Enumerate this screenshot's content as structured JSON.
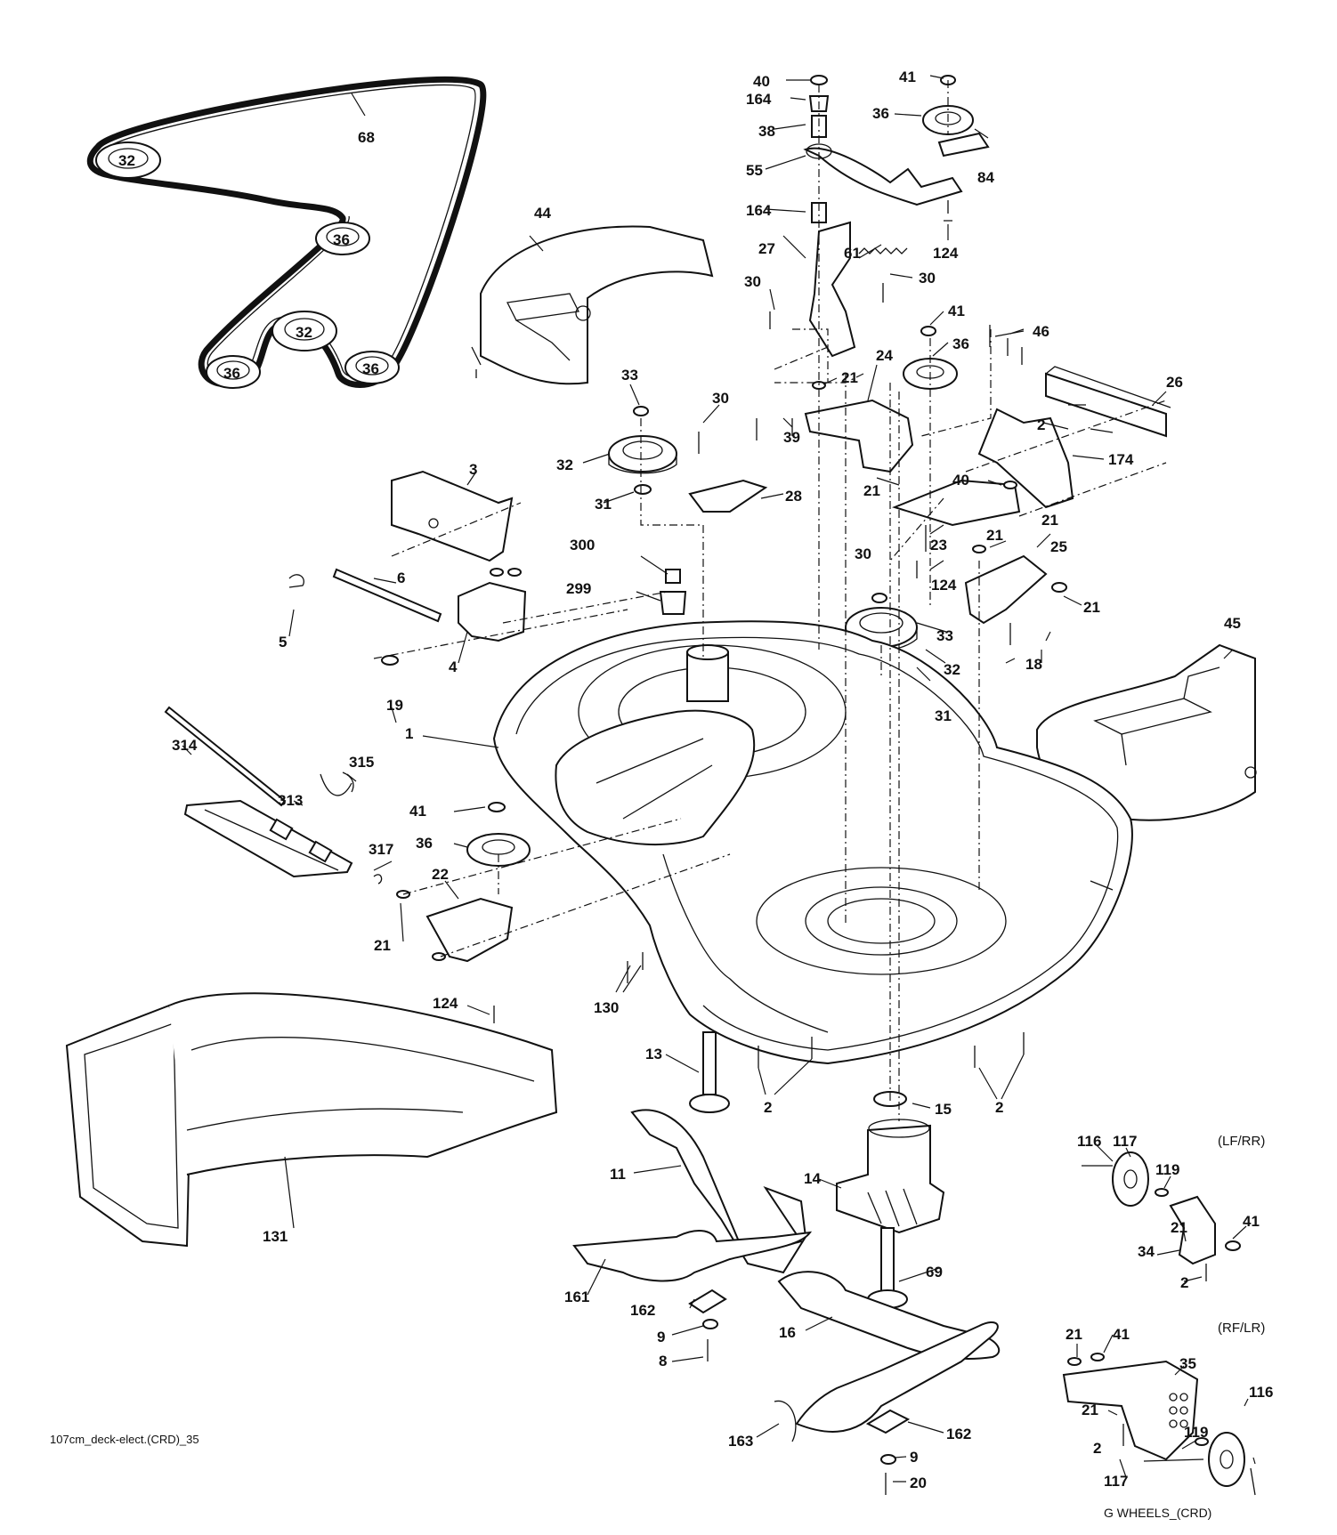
{
  "footer": {
    "drawing_id": "107cm_deck-elect.(CRD)_35",
    "wheels_id": "G WHEELS_(CRD)"
  },
  "wheel_variants": {
    "upper": "(LF/RR)",
    "lower": "(RF/LR)"
  },
  "callouts": [
    {
      "id": "c68",
      "text": "68"
    },
    {
      "id": "c32a",
      "text": "32"
    },
    {
      "id": "c36a",
      "text": "36"
    },
    {
      "id": "c32b",
      "text": "32"
    },
    {
      "id": "c36b",
      "text": "36"
    },
    {
      "id": "c36c",
      "text": "36"
    },
    {
      "id": "c44",
      "text": "44"
    },
    {
      "id": "c40a",
      "text": "40"
    },
    {
      "id": "c164a",
      "text": "164"
    },
    {
      "id": "c38",
      "text": "38"
    },
    {
      "id": "c55",
      "text": "55"
    },
    {
      "id": "c164b",
      "text": "164"
    },
    {
      "id": "c41a",
      "text": "41"
    },
    {
      "id": "c36d",
      "text": "36"
    },
    {
      "id": "c84",
      "text": "84"
    },
    {
      "id": "c124a",
      "text": "124"
    },
    {
      "id": "c27",
      "text": "27"
    },
    {
      "id": "c61",
      "text": "61"
    },
    {
      "id": "c30a",
      "text": "30"
    },
    {
      "id": "c30b",
      "text": "30"
    },
    {
      "id": "c41b",
      "text": "41"
    },
    {
      "id": "c36e",
      "text": "36"
    },
    {
      "id": "c46",
      "text": "46"
    },
    {
      "id": "c26",
      "text": "26"
    },
    {
      "id": "c24",
      "text": "24"
    },
    {
      "id": "c21a",
      "text": "21"
    },
    {
      "id": "c2a",
      "text": "2"
    },
    {
      "id": "c174",
      "text": "174"
    },
    {
      "id": "c33a",
      "text": "33"
    },
    {
      "id": "c30c",
      "text": "30"
    },
    {
      "id": "c39",
      "text": "39"
    },
    {
      "id": "c32c",
      "text": "32"
    },
    {
      "id": "c31a",
      "text": "31"
    },
    {
      "id": "c28",
      "text": "28"
    },
    {
      "id": "c21b",
      "text": "21"
    },
    {
      "id": "c40b",
      "text": "40"
    },
    {
      "id": "c3",
      "text": "3"
    },
    {
      "id": "c23",
      "text": "23"
    },
    {
      "id": "c21c",
      "text": "21"
    },
    {
      "id": "c25",
      "text": "25"
    },
    {
      "id": "c21d",
      "text": "21"
    },
    {
      "id": "c6",
      "text": "6"
    },
    {
      "id": "c300",
      "text": "300"
    },
    {
      "id": "c30d",
      "text": "30"
    },
    {
      "id": "c124b",
      "text": "124"
    },
    {
      "id": "c21e",
      "text": "21"
    },
    {
      "id": "c299",
      "text": "299"
    },
    {
      "id": "c5",
      "text": "5"
    },
    {
      "id": "c4",
      "text": "4"
    },
    {
      "id": "c33b",
      "text": "33"
    },
    {
      "id": "c32d",
      "text": "32"
    },
    {
      "id": "c18",
      "text": "18"
    },
    {
      "id": "c45",
      "text": "45"
    },
    {
      "id": "c19",
      "text": "19"
    },
    {
      "id": "c31b",
      "text": "31"
    },
    {
      "id": "c1",
      "text": "1"
    },
    {
      "id": "c314",
      "text": "314"
    },
    {
      "id": "c315",
      "text": "315"
    },
    {
      "id": "c313",
      "text": "313"
    },
    {
      "id": "c41c",
      "text": "41"
    },
    {
      "id": "c317",
      "text": "317"
    },
    {
      "id": "c36f",
      "text": "36"
    },
    {
      "id": "c22",
      "text": "22"
    },
    {
      "id": "c21f",
      "text": "21"
    },
    {
      "id": "c124c",
      "text": "124"
    },
    {
      "id": "c130",
      "text": "130"
    },
    {
      "id": "c13",
      "text": "13"
    },
    {
      "id": "c2b",
      "text": "2"
    },
    {
      "id": "c2c",
      "text": "2"
    },
    {
      "id": "c15",
      "text": "15"
    },
    {
      "id": "c11",
      "text": "11"
    },
    {
      "id": "c14",
      "text": "14"
    },
    {
      "id": "c131",
      "text": "131"
    },
    {
      "id": "c116a",
      "text": "116"
    },
    {
      "id": "c117a",
      "text": "117"
    },
    {
      "id": "c119a",
      "text": "119"
    },
    {
      "id": "c21g",
      "text": "21"
    },
    {
      "id": "c41d",
      "text": "41"
    },
    {
      "id": "c34",
      "text": "34"
    },
    {
      "id": "c2d",
      "text": "2"
    },
    {
      "id": "c69",
      "text": "69"
    },
    {
      "id": "c161",
      "text": "161"
    },
    {
      "id": "c162a",
      "text": "162"
    },
    {
      "id": "c16",
      "text": "16"
    },
    {
      "id": "c9a",
      "text": "9"
    },
    {
      "id": "c8",
      "text": "8"
    },
    {
      "id": "c21h",
      "text": "21"
    },
    {
      "id": "c41e",
      "text": "41"
    },
    {
      "id": "c35",
      "text": "35"
    },
    {
      "id": "c21i",
      "text": "21"
    },
    {
      "id": "c119b",
      "text": "119"
    },
    {
      "id": "c116b",
      "text": "116"
    },
    {
      "id": "c2e",
      "text": "2"
    },
    {
      "id": "c117b",
      "text": "117"
    },
    {
      "id": "c163",
      "text": "163"
    },
    {
      "id": "c162b",
      "text": "162"
    },
    {
      "id": "c9b",
      "text": "9"
    },
    {
      "id": "c20",
      "text": "20"
    }
  ]
}
